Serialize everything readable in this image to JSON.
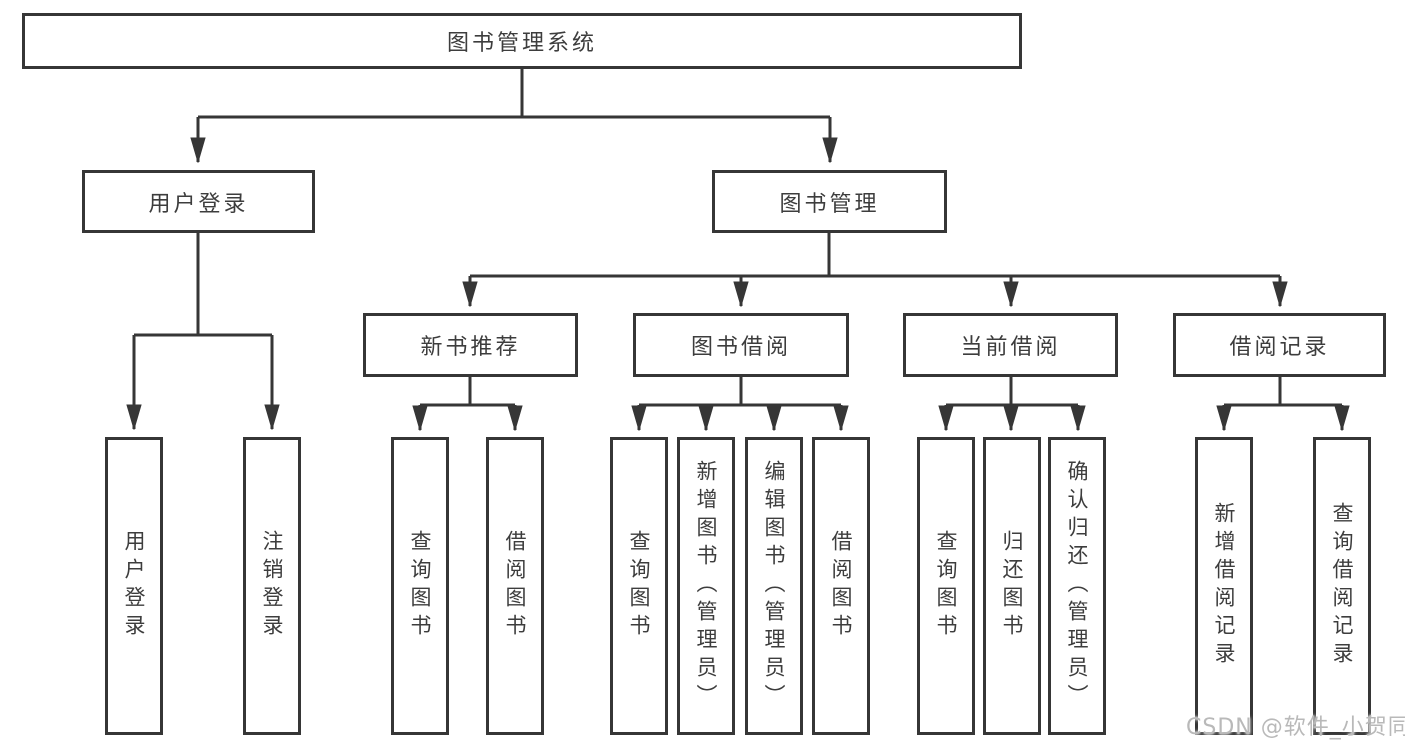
{
  "diagram": {
    "title": "图书管理系统",
    "root": {
      "label": "图书管理系统"
    },
    "branches": {
      "user_login": {
        "label": "用户登录"
      },
      "book_management": {
        "label": "图书管理"
      }
    },
    "modules": {
      "new_book_recommend": {
        "label": "新书推荐"
      },
      "book_borrow": {
        "label": "图书借阅"
      },
      "current_borrow": {
        "label": "当前借阅"
      },
      "borrow_records": {
        "label": "借阅记录"
      }
    },
    "leaves": [
      {
        "parent": "用户登录",
        "label": "用户登录"
      },
      {
        "parent": "用户登录",
        "label": "注销登录"
      },
      {
        "parent": "新书推荐",
        "label": "查询图书"
      },
      {
        "parent": "新书推荐",
        "label": "借阅图书"
      },
      {
        "parent": "图书借阅",
        "label": "查询图书"
      },
      {
        "parent": "图书借阅",
        "label": "新增图书（管理员）"
      },
      {
        "parent": "图书借阅",
        "label": "编辑图书（管理员）"
      },
      {
        "parent": "图书借阅",
        "label": "借阅图书"
      },
      {
        "parent": "当前借阅",
        "label": "查询图书"
      },
      {
        "parent": "当前借阅",
        "label": "归还图书"
      },
      {
        "parent": "当前借阅",
        "label": "确认归还（管理员）"
      },
      {
        "parent": "借阅记录",
        "label": "新增借阅记录"
      },
      {
        "parent": "借阅记录",
        "label": "查询借阅记录"
      }
    ]
  },
  "watermark": {
    "text": "CSDN @软件_小贺同学"
  },
  "colors": {
    "line": "#363636",
    "text": "#3d3d3d",
    "box_background": "#ffffff",
    "page_background": "#ffffff",
    "watermark": "#b9b9b9"
  }
}
